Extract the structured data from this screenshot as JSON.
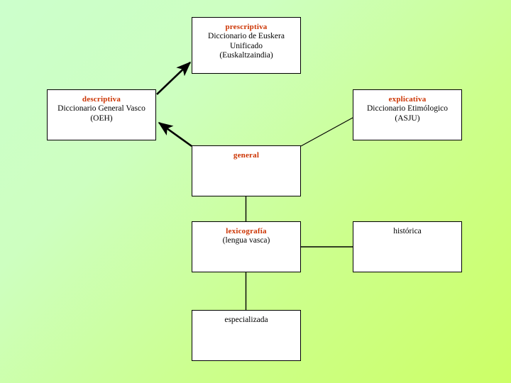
{
  "slide": {
    "background_from": "#ccffcc",
    "background_to": "#ccff66",
    "accent_color": "#cc3300",
    "text_color": "#000000",
    "node_fill": "#ffffff",
    "node_border": "#000000"
  },
  "nodes": {
    "prescriptiva": {
      "title": "prescriptiva",
      "line1": "Diccionario de Euskera",
      "line2": "Unificado",
      "line3": "(Euskaltzaindia)"
    },
    "descriptiva": {
      "title": "descriptiva",
      "line1": "Diccionario General Vasco",
      "line2": "(OEH)"
    },
    "explicativa": {
      "title": "explicativa",
      "line1": "Diccionario Etimólogico",
      "line2": "(ASJU)"
    },
    "general": {
      "title": "general"
    },
    "lexicografia": {
      "title": "lexicografía",
      "line1": "(lengua vasca)"
    },
    "historica": {
      "label": "histórica"
    },
    "especializada": {
      "label": "especializada"
    }
  },
  "edges": [
    {
      "name": "descriptiva-to-prescriptiva",
      "kind": "arrow"
    },
    {
      "name": "general-to-descriptiva",
      "kind": "arrow"
    },
    {
      "name": "general-to-explicativa",
      "kind": "line"
    },
    {
      "name": "general-to-lexicografia",
      "kind": "line"
    },
    {
      "name": "lexicografia-to-historica",
      "kind": "line"
    },
    {
      "name": "lexicografia-to-especializada",
      "kind": "line"
    }
  ]
}
